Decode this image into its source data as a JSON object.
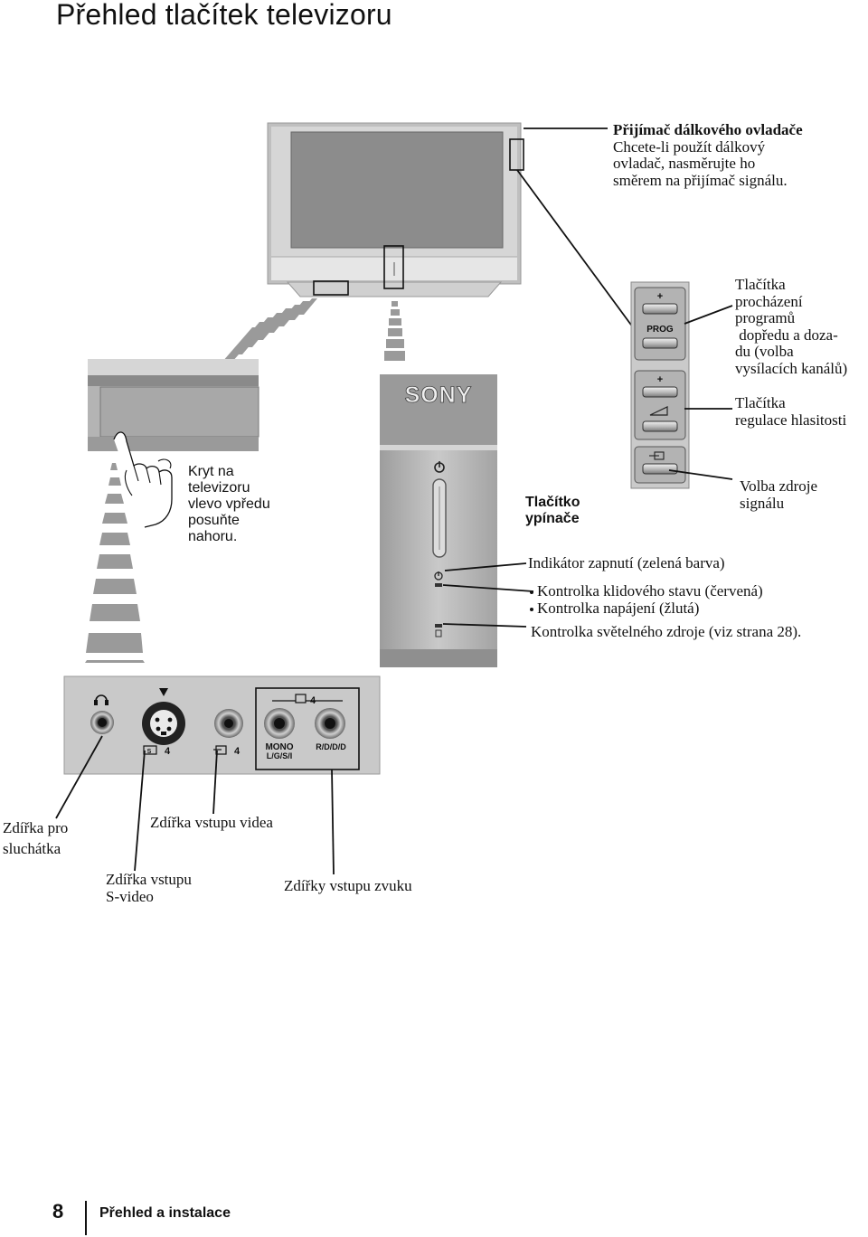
{
  "title": "Přehled tlačítek televizoru",
  "brand": "SONY",
  "labels": {
    "receiver_title": "Přijímač dálkového ovladače",
    "receiver_lines": [
      "Chcete-li použít dálkový",
      "ovladač, nasměrujte ho",
      "směrem na přijímač signálu."
    ],
    "prog_lines": [
      "Tlačítka",
      "procházení",
      "programů",
      " dopředu a doza-",
      "du (volba",
      "vysílacích kanálů)"
    ],
    "volume_lines": [
      "Tlačítka",
      "regulace hlasitosti"
    ],
    "cover_lines": [
      "Kryt na",
      "televizoru",
      "vlevo vpředu",
      "posuňte",
      "nahoru."
    ],
    "power_switch_lines": [
      "Tlačítko",
      "ypínače"
    ],
    "source_lines": [
      "Volba zdroje",
      "signálu"
    ],
    "indicator_power": "Indikátor zapnutí (zelená barva)",
    "indicator_standby": "Kontrolka klidového stavu (červená)",
    "indicator_power_supply": "Kontrolka napájení (žlutá)",
    "indicator_lamp": "Kontrolka světelného zdroje (viz strana 28).",
    "headphone_lines": [
      "Zdířka pro",
      "sluchátka"
    ],
    "video_in": "Zdířka vstupu videa",
    "svideo_lines": [
      "Zdířka vstupu",
      "S-video"
    ],
    "audio_in": "Zdířky vstupu zvuku"
  },
  "panel_marks": {
    "prog": "PROG",
    "plus": "+",
    "input4": "4",
    "mono": "MONO",
    "lgsi": "L/G/S/I",
    "rddd": "R/D/D/D"
  },
  "footer": {
    "page_number": "8",
    "section": "Přehled a instalace"
  },
  "colors": {
    "ink": "#111111",
    "panel_grey": "#b8b8b8",
    "screen_grey": "#8c8c8c"
  }
}
